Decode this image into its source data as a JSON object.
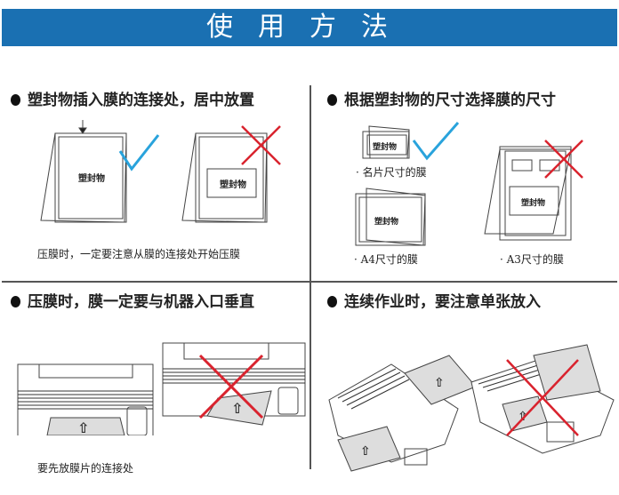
{
  "title": "使用方法",
  "sections": [
    {
      "heading": "塑封物插入膜的连接处，居中放置",
      "caption": "压膜时，一定要注意从膜的连接处开始压膜",
      "item_label": "塑封物"
    },
    {
      "heading": "根据塑封物的尺寸选择膜的尺寸",
      "captions": [
        "· 名片尺寸的膜",
        "· A4尺寸的膜",
        "· A3尺寸的膜"
      ],
      "item_label": "塑封物"
    },
    {
      "heading": "压膜时，膜一定要与机器入口垂直",
      "caption": "要先放膜片的连接处"
    },
    {
      "heading": "连续作业时，要注意单张放入"
    }
  ],
  "colors": {
    "banner": "#1a70b2",
    "check": "#29a3dc",
    "cross": "#d9232e"
  }
}
